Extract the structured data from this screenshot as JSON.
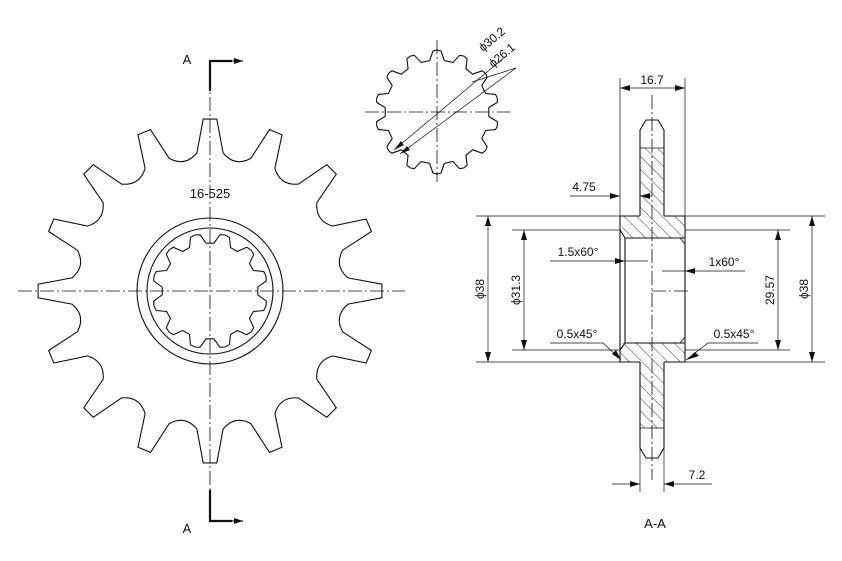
{
  "front_view": {
    "part_code": "16-525",
    "section_letter_top": "A",
    "section_letter_bottom": "A",
    "teeth": 16,
    "spline_teeth": 12
  },
  "detail_view": {
    "outer_diameter_label": "ϕ30.2",
    "root_diameter_label": "ϕ26.1",
    "spline_teeth": 14
  },
  "section_view": {
    "title": "A-A",
    "top_width_label": "16.7",
    "shoulder_label": "4.75",
    "chamfer_top_left_label": "1.5x60°",
    "chamfer_top_right_label": "1x60°",
    "chamfer_bottom_left_label": "0.5x45°",
    "chamfer_bottom_right_label": "0.5x45°",
    "bore_diameter_label": "ϕ31.3",
    "left_diameter_label": "ϕ38",
    "right_diameter_label": "ϕ38",
    "right_inner_label": "29.57",
    "tooth_width_label": "7.2"
  }
}
